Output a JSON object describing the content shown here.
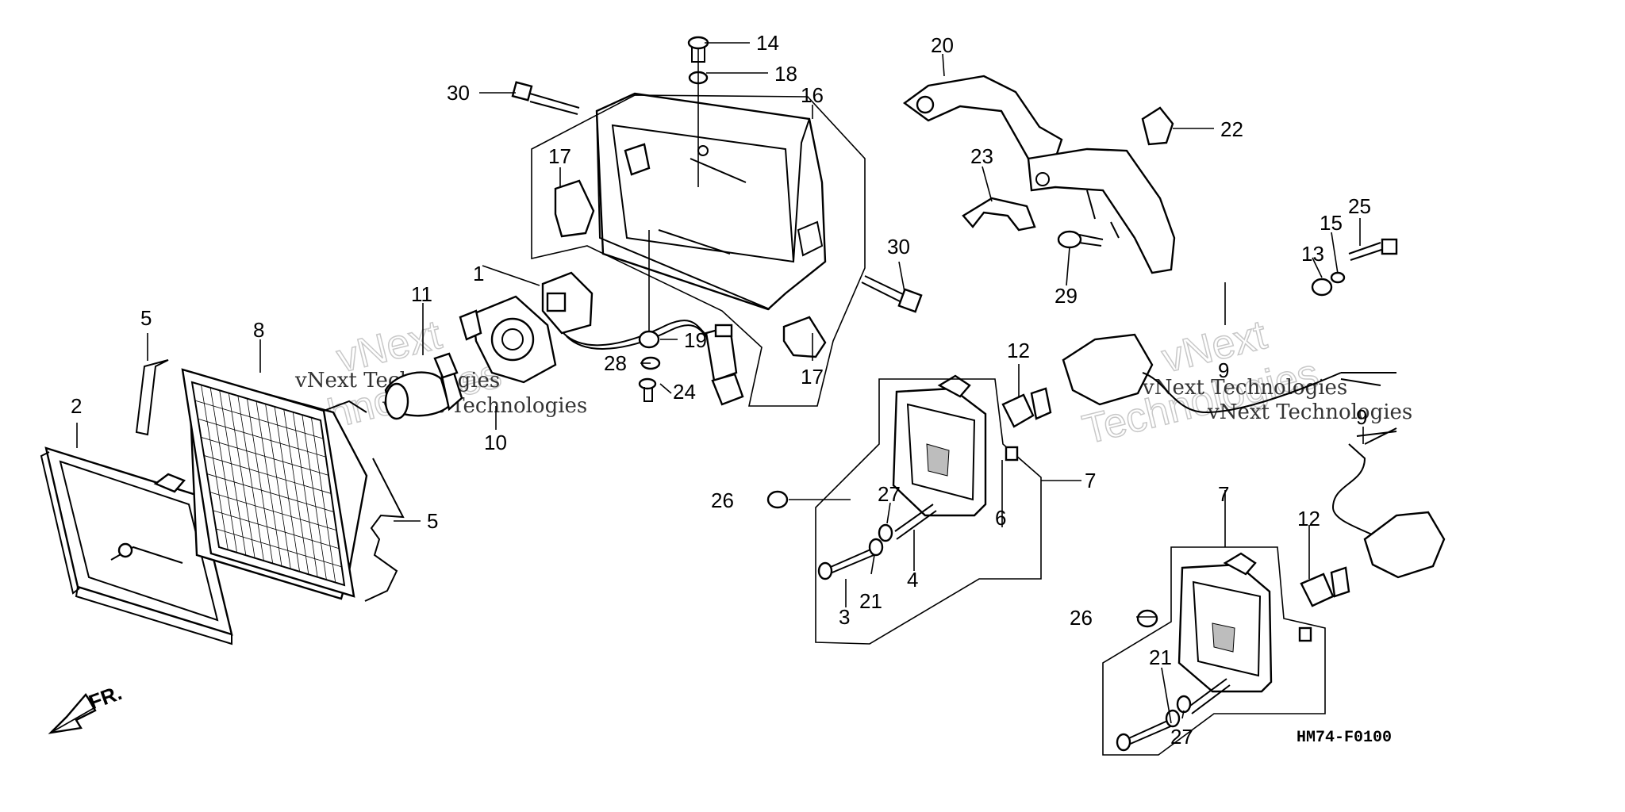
{
  "diagram_code": "HM74-F0100",
  "front_marker": "FR.",
  "watermark": {
    "line1": "vNext Technologies",
    "line2a": "vNext",
    "line2b": "Technologies"
  },
  "callouts": [
    "1",
    "2",
    "3",
    "4",
    "5",
    "6",
    "7",
    "8",
    "9",
    "10",
    "11",
    "12",
    "13",
    "14",
    "15",
    "16",
    "17",
    "18",
    "19",
    "20",
    "21",
    "22",
    "23",
    "24",
    "25",
    "26",
    "27",
    "28",
    "29",
    "30"
  ]
}
